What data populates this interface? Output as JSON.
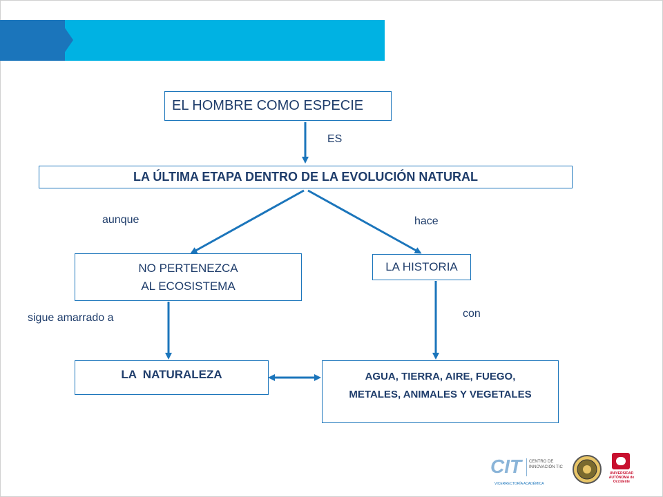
{
  "diagram": {
    "top_concept": "EL HOMBRE COMO ESPECIE",
    "link_es": "ES",
    "main_concept": "LA ÚLTIMA ETAPA DENTRO DE LA EVOLUCIÓN NATURAL",
    "link_aunque": "aunque",
    "link_hace": "hace",
    "left_concept_line1": "NO PERTENEZCA",
    "left_concept_line2": "AL ECOSISTEMA",
    "right_concept": "LA HISTORIA",
    "link_sigue": "sigue amarrado a",
    "link_con": "con",
    "nature_concept": "LA  NATURALEZA",
    "elements_line1": "AGUA, TIERRA, AIRE, FUEGO,",
    "elements_line2": "METALES, ANIMALES Y VEGETALES"
  },
  "logos": {
    "cit_text": "CIT",
    "cit_sub1": "CENTRO DE",
    "cit_sub2": "INNOVACIÓN TIC",
    "cit_sub3": "VICERRECTORÍA ACADÉMICA",
    "uao_text": "UNIVERSIDAD AUTÓNOMA de Occidente"
  },
  "colors": {
    "banner_light": "#00b2e3",
    "banner_dark": "#1b75bb",
    "arrow": "#1b75bb",
    "text": "#1f3d6b"
  }
}
